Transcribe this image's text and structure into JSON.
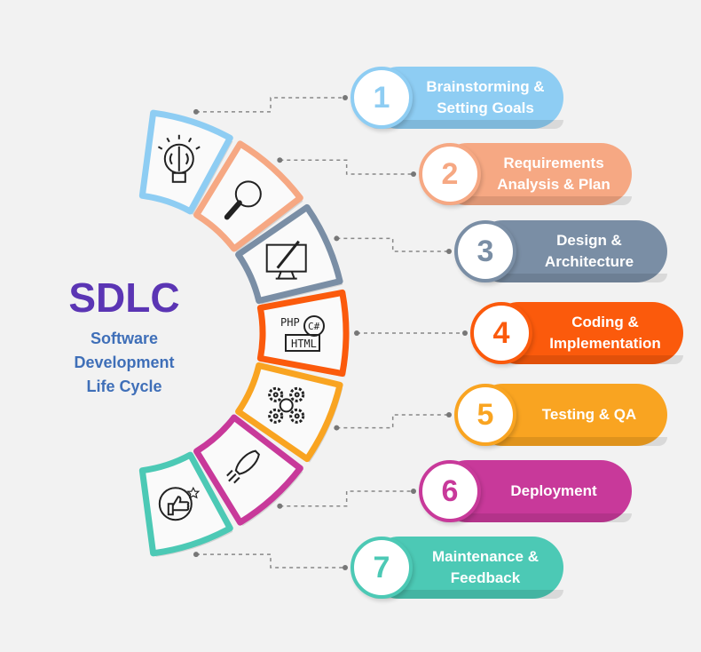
{
  "title": "SDLC",
  "subtitle": [
    "Software",
    "Development",
    "Life Cycle"
  ],
  "code_icon": {
    "php": "PHP",
    "csharp": "C#",
    "html": "HTML"
  },
  "steps": [
    {
      "number": "1",
      "label": "Brainstorming & Setting Goals",
      "color": "#8ecdf3",
      "icon": "lightbulb-brain-icon"
    },
    {
      "number": "2",
      "label": "Requirements Analysis & Plan",
      "color": "#f6a883",
      "icon": "magnifier-icon"
    },
    {
      "number": "3",
      "label": "Design & Architecture",
      "color": "#7a8ea5",
      "icon": "monitor-brush-icon"
    },
    {
      "number": "4",
      "label": "Coding & Implementation",
      "color": "#fb5a0c",
      "icon": "code-icon"
    },
    {
      "number": "5",
      "label": "Testing & QA",
      "color": "#f9a421",
      "icon": "gears-icon"
    },
    {
      "number": "6",
      "label": "Deployment",
      "color": "#c8399a",
      "icon": "rocket-icon"
    },
    {
      "number": "7",
      "label": "Maintenance & Feedback",
      "color": "#4cc9b5",
      "icon": "thumbs-up-icon"
    }
  ]
}
